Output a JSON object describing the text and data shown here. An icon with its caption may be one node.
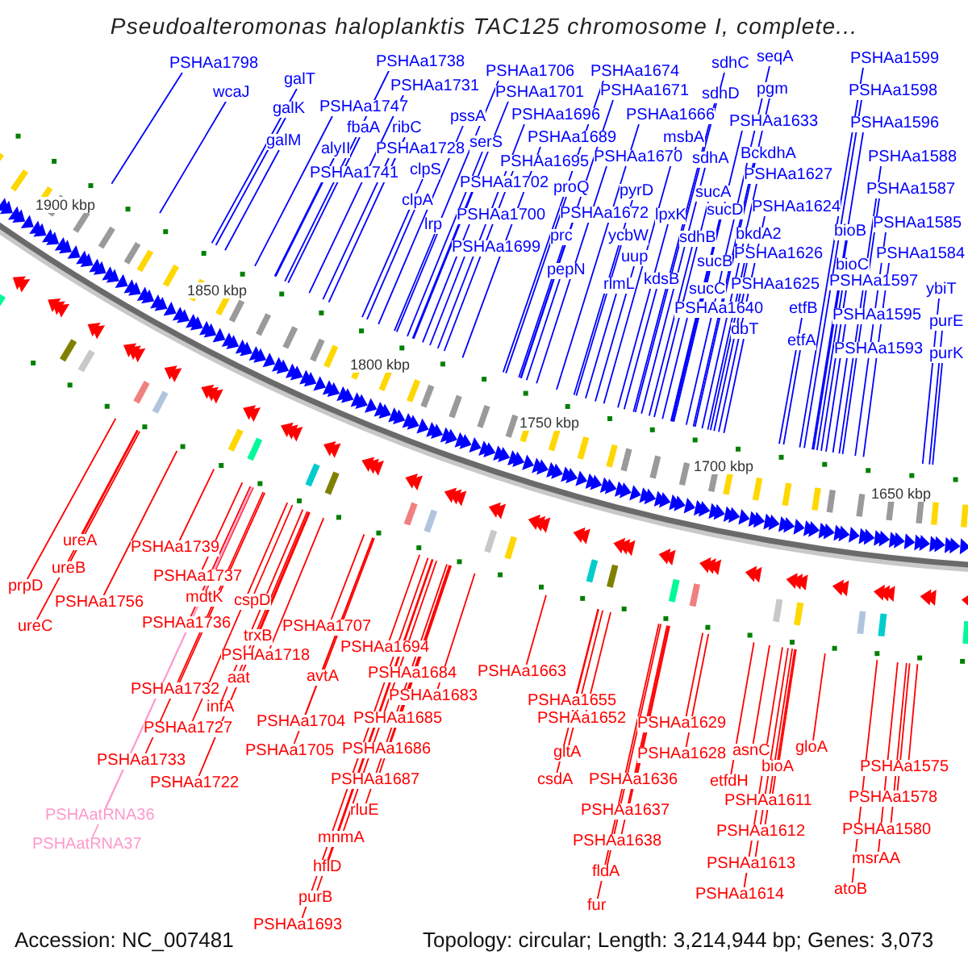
{
  "diagram": {
    "title": "Pseudoalteromonas haloplanktis TAC125 chromosome I, complete...",
    "nodes": [
      {
        "text": [
          "PSHAa1798"
        ]
      },
      {
        "text": [
          "wcaJ"
        ]
      },
      {
        "text": [
          "galT"
        ]
      },
      {
        "text": [
          "galK"
        ]
      },
      {
        "text": [
          "galM"
        ]
      },
      {
        "text": [
          "PSHAa1738"
        ]
      },
      {
        "text": [
          "PSHAa1731"
        ]
      },
      {
        "text": [
          "PSHAa1747"
        ]
      },
      {
        "text": [
          "fbaA"
        ]
      },
      {
        "text": [
          "ribC"
        ]
      },
      {
        "text": [
          "alyII"
        ]
      },
      {
        "text": [
          "PSHAa1728"
        ]
      },
      {
        "text": [
          "PSHAa1741"
        ]
      },
      {
        "text": [
          "clpS"
        ]
      },
      {
        "text": [
          "clpA"
        ]
      },
      {
        "text": [
          "lrp"
        ]
      },
      {
        "text": [
          "pssA"
        ]
      },
      {
        "text": [
          "serS"
        ]
      },
      {
        "text": [
          "PSHAa1706"
        ]
      },
      {
        "text": [
          "PSHAa1701"
        ]
      },
      {
        "text": [
          "PSHAa1696"
        ]
      },
      {
        "text": [
          "PSHAa1689"
        ]
      },
      {
        "text": [
          "PSHAa1695"
        ]
      },
      {
        "text": [
          "PSHAa1702"
        ]
      },
      {
        "text": [
          "proQ"
        ]
      },
      {
        "text": [
          "PSHAa1700"
        ]
      },
      {
        "text": [
          "PSHAa1699"
        ]
      },
      {
        "text": [
          "prc"
        ]
      },
      {
        "text": [
          "pepN"
        ]
      },
      {
        "text": [
          "PSHAa1674"
        ]
      },
      {
        "text": [
          "PSHAa1671"
        ]
      },
      {
        "text": [
          "PSHAa1666"
        ]
      },
      {
        "text": [
          "msbA"
        ]
      },
      {
        "text": [
          "PSHAa1670"
        ]
      },
      {
        "text": [
          "pyrD"
        ]
      },
      {
        "text": [
          "PSHAa1672"
        ]
      },
      {
        "text": [
          "ycbW"
        ]
      },
      {
        "text": [
          "uup"
        ]
      },
      {
        "text": [
          "rlmL"
        ]
      },
      {
        "text": [
          "lpxK"
        ]
      },
      {
        "text": [
          "kdsB"
        ]
      },
      {
        "text": [
          "sdhC"
        ]
      },
      {
        "text": [
          "sdhD"
        ]
      },
      {
        "text": [
          "sdhA"
        ]
      },
      {
        "text": [
          "sucA"
        ]
      },
      {
        "text": [
          "sucD"
        ]
      },
      {
        "text": [
          "sdhB"
        ]
      },
      {
        "text": [
          "sucB"
        ]
      },
      {
        "text": [
          "sucC"
        ]
      },
      {
        "text": [
          "PSHAa1640"
        ]
      },
      {
        "text": [
          "dbT"
        ]
      },
      {
        "text": [
          "seqA"
        ]
      },
      {
        "text": [
          "pgm"
        ]
      },
      {
        "text": [
          "PSHAa1633"
        ]
      },
      {
        "text": [
          "BckdhA"
        ]
      },
      {
        "text": [
          "PSHAa1627"
        ]
      },
      {
        "text": [
          "PSHAa1624"
        ]
      },
      {
        "text": [
          "bkdA2"
        ]
      },
      {
        "text": [
          "PSHAa1626"
        ]
      },
      {
        "text": [
          "PSHAa1625"
        ]
      },
      {
        "text": [
          "etfB"
        ]
      },
      {
        "text": [
          "etfA"
        ]
      },
      {
        "text": [
          "PSHAa1599"
        ]
      },
      {
        "text": [
          "PSHAa1598"
        ]
      },
      {
        "text": [
          "PSHAa1596"
        ]
      },
      {
        "text": [
          "PSHAa1588"
        ]
      },
      {
        "text": [
          "PSHAa1587"
        ]
      },
      {
        "text": [
          "PSHAa1585"
        ]
      },
      {
        "text": [
          "bioB"
        ]
      },
      {
        "text": [
          "PSHAa1584"
        ]
      },
      {
        "text": [
          "bioC"
        ]
      },
      {
        "text": [
          "PSHAa1597"
        ]
      },
      {
        "text": [
          "ybiT"
        ]
      },
      {
        "text": [
          "PSHAa1595"
        ]
      },
      {
        "text": [
          "purE"
        ]
      },
      {
        "text": [
          "PSHAa1593"
        ]
      },
      {
        "text": [
          "purK"
        ]
      },
      {
        "text": [
          "ureA"
        ]
      },
      {
        "text": [
          "ureB"
        ]
      },
      {
        "text": [
          "prpD"
        ]
      },
      {
        "text": [
          "PSHAa1756"
        ]
      },
      {
        "text": [
          "ureC"
        ]
      },
      {
        "text": [
          "PSHAa1739"
        ]
      },
      {
        "text": [
          "PSHAa1737"
        ]
      },
      {
        "text": [
          "mdtK"
        ]
      },
      {
        "text": [
          "PSHAa1736"
        ]
      },
      {
        "text": [
          "cspD"
        ]
      },
      {
        "text": [
          "trxB"
        ]
      },
      {
        "text": [
          "PSHAa1707"
        ]
      },
      {
        "text": [
          "PSHAa1718"
        ]
      },
      {
        "text": [
          "PSHAa1732"
        ]
      },
      {
        "text": [
          "aat"
        ]
      },
      {
        "text": [
          "infA"
        ]
      },
      {
        "text": [
          "PSHAa1727"
        ]
      },
      {
        "text": [
          "PSHAa1733"
        ]
      },
      {
        "text": [
          "PSHAa1722"
        ]
      },
      {
        "text": [
          "avtA"
        ]
      },
      {
        "text": [
          "PSHAa1704"
        ]
      },
      {
        "text": [
          "PSHAa1705"
        ]
      },
      {
        "text": [
          "PSHAa1694"
        ]
      },
      {
        "text": [
          "PSHAa1684"
        ]
      },
      {
        "text": [
          "PSHAa1683"
        ]
      },
      {
        "text": [
          "PSHAa1685"
        ]
      },
      {
        "text": [
          "PSHAa1686"
        ]
      },
      {
        "text": [
          "PSHAa1687"
        ]
      },
      {
        "text": [
          "rluE"
        ]
      },
      {
        "text": [
          "mnmA"
        ]
      },
      {
        "text": [
          "hflD"
        ]
      },
      {
        "text": [
          "purB"
        ]
      },
      {
        "text": [
          "PSHAa1693"
        ]
      },
      {
        "text": [
          "PSHAatRNA36"
        ]
      },
      {
        "text": [
          "PSHAatRNA37"
        ]
      },
      {
        "text": [
          "PSHAa1663"
        ]
      },
      {
        "text": [
          "PSHAa1655"
        ]
      },
      {
        "text": [
          "PSHAa1652"
        ]
      },
      {
        "text": [
          "gltA"
        ]
      },
      {
        "text": [
          "csdA"
        ]
      },
      {
        "text": [
          "PSHAa1629"
        ]
      },
      {
        "text": [
          "PSHAa1628"
        ]
      },
      {
        "text": [
          "PSHAa1636"
        ]
      },
      {
        "text": [
          "PSHAa1637"
        ]
      },
      {
        "text": [
          "PSHAa1638"
        ]
      },
      {
        "text": [
          "fldA"
        ]
      },
      {
        "text": [
          "fur"
        ]
      },
      {
        "text": [
          "asnC"
        ]
      },
      {
        "text": [
          "etfdH"
        ]
      },
      {
        "text": [
          "bioA"
        ]
      },
      {
        "text": [
          "gloA"
        ]
      },
      {
        "text": [
          "PSHAa1611"
        ]
      },
      {
        "text": [
          "PSHAa1612"
        ]
      },
      {
        "text": [
          "PSHAa1613"
        ]
      },
      {
        "text": [
          "PSHAa1614"
        ]
      },
      {
        "text": [
          "PSHAa1575"
        ]
      },
      {
        "text": [
          "PSHAa1578"
        ]
      },
      {
        "text": [
          "PSHAa1580"
        ]
      },
      {
        "text": [
          "msrAA"
        ]
      },
      {
        "text": [
          "atoB"
        ]
      }
    ],
    "edges": [
      {
        "from": 0,
        "to": null,
        "arrow": "none"
      },
      {
        "from": 1,
        "to": null,
        "arrow": "none"
      },
      {
        "from": 2,
        "to": null,
        "arrow": "none"
      },
      {
        "from": 3,
        "to": null,
        "arrow": "none"
      },
      {
        "from": 4,
        "to": null,
        "arrow": "none"
      },
      {
        "from": 5,
        "to": null,
        "arrow": "none"
      },
      {
        "from": 6,
        "to": null,
        "arrow": "none"
      },
      {
        "from": 7,
        "to": null,
        "arrow": "none"
      },
      {
        "from": 8,
        "to": null,
        "arrow": "none"
      },
      {
        "from": 9,
        "to": null,
        "arrow": "none"
      },
      {
        "from": 10,
        "to": null,
        "arrow": "none"
      },
      {
        "from": 11,
        "to": null,
        "arrow": "none"
      },
      {
        "from": 12,
        "to": null,
        "arrow": "none"
      },
      {
        "from": 13,
        "to": null,
        "arrow": "none"
      },
      {
        "from": 14,
        "to": null,
        "arrow": "none"
      },
      {
        "from": 15,
        "to": null,
        "arrow": "none"
      },
      {
        "from": 16,
        "to": null,
        "arrow": "none"
      },
      {
        "from": 17,
        "to": null,
        "arrow": "none"
      },
      {
        "from": 18,
        "to": null,
        "arrow": "none"
      },
      {
        "from": 19,
        "to": null,
        "arrow": "none"
      },
      {
        "from": 20,
        "to": null,
        "arrow": "none"
      },
      {
        "from": 21,
        "to": null,
        "arrow": "none"
      },
      {
        "from": 22,
        "to": null,
        "arrow": "none"
      },
      {
        "from": 23,
        "to": null,
        "arrow": "none"
      },
      {
        "from": 24,
        "to": null,
        "arrow": "none"
      },
      {
        "from": 25,
        "to": null,
        "arrow": "none"
      },
      {
        "from": 26,
        "to": null,
        "arrow": "none"
      },
      {
        "from": 27,
        "to": null,
        "arrow": "none"
      },
      {
        "from": 28,
        "to": null,
        "arrow": "none"
      },
      {
        "from": 29,
        "to": null,
        "arrow": "none"
      },
      {
        "from": 30,
        "to": null,
        "arrow": "none"
      },
      {
        "from": 31,
        "to": null,
        "arrow": "none"
      },
      {
        "from": 32,
        "to": null,
        "arrow": "none"
      },
      {
        "from": 33,
        "to": null,
        "arrow": "none"
      },
      {
        "from": 34,
        "to": null,
        "arrow": "none"
      },
      {
        "from": 35,
        "to": null,
        "arrow": "none"
      },
      {
        "from": 36,
        "to": null,
        "arrow": "none"
      },
      {
        "from": 37,
        "to": null,
        "arrow": "none"
      },
      {
        "from": 38,
        "to": null,
        "arrow": "none"
      },
      {
        "from": 39,
        "to": null,
        "arrow": "none"
      },
      {
        "from": 40,
        "to": null,
        "arrow": "none"
      },
      {
        "from": 41,
        "to": null,
        "arrow": "none"
      },
      {
        "from": 42,
        "to": null,
        "arrow": "none"
      },
      {
        "from": 43,
        "to": null,
        "arrow": "none"
      },
      {
        "from": 44,
        "to": null,
        "arrow": "none"
      },
      {
        "from": 45,
        "to": null,
        "arrow": "none"
      },
      {
        "from": 46,
        "to": null,
        "arrow": "none"
      },
      {
        "from": 47,
        "to": null,
        "arrow": "none"
      },
      {
        "from": 48,
        "to": null,
        "arrow": "none"
      },
      {
        "from": 49,
        "to": null,
        "arrow": "none"
      },
      {
        "from": 50,
        "to": null,
        "arrow": "none"
      },
      {
        "from": 51,
        "to": null,
        "arrow": "none"
      },
      {
        "from": 52,
        "to": null,
        "arrow": "none"
      },
      {
        "from": 53,
        "to": null,
        "arrow": "none"
      },
      {
        "from": 54,
        "to": null,
        "arrow": "none"
      },
      {
        "from": 55,
        "to": null,
        "arrow": "none"
      },
      {
        "from": 56,
        "to": null,
        "arrow": "none"
      },
      {
        "from": 57,
        "to": null,
        "arrow": "none"
      },
      {
        "from": 58,
        "to": null,
        "arrow": "none"
      },
      {
        "from": 59,
        "to": null,
        "arrow": "none"
      },
      {
        "from": 60,
        "to": null,
        "arrow": "none"
      },
      {
        "from": 61,
        "to": null,
        "arrow": "none"
      },
      {
        "from": 62,
        "to": null,
        "arrow": "none"
      },
      {
        "from": 63,
        "to": null,
        "arrow": "none"
      },
      {
        "from": 64,
        "to": null,
        "arrow": "none"
      },
      {
        "from": 65,
        "to": null,
        "arrow": "none"
      },
      {
        "from": 66,
        "to": null,
        "arrow": "none"
      },
      {
        "from": 67,
        "to": null,
        "arrow": "none"
      },
      {
        "from": 68,
        "to": null,
        "arrow": "none"
      },
      {
        "from": 69,
        "to": null,
        "arrow": "none"
      },
      {
        "from": 70,
        "to": null,
        "arrow": "none"
      },
      {
        "from": 71,
        "to": null,
        "arrow": "none"
      },
      {
        "from": 72,
        "to": null,
        "arrow": "none"
      },
      {
        "from": 73,
        "to": null,
        "arrow": "none"
      },
      {
        "from": 74,
        "to": null,
        "arrow": "none"
      },
      {
        "from": 75,
        "to": null,
        "arrow": "none"
      },
      {
        "from": 76,
        "to": null,
        "arrow": "none"
      },
      {
        "from": 77,
        "to": null,
        "arrow": "none",
        "color": "#ff0000"
      },
      {
        "from": 78,
        "to": null,
        "arrow": "none",
        "color": "#ff0000"
      },
      {
        "from": 79,
        "to": null,
        "arrow": "none",
        "color": "#ff0000"
      },
      {
        "from": 80,
        "to": null,
        "arrow": "none",
        "color": "#ff0000"
      },
      {
        "from": 81,
        "to": null,
        "arrow": "none",
        "color": "#ff0000"
      },
      {
        "from": 82,
        "to": null,
        "arrow": "none",
        "color": "#ff0000"
      },
      {
        "from": 83,
        "to": null,
        "arrow": "none",
        "color": "#ff0000"
      },
      {
        "from": 84,
        "to": null,
        "arrow": "none",
        "color": "#ff0000"
      },
      {
        "from": 85,
        "to": null,
        "arrow": "none",
        "color": "#ff0000"
      },
      {
        "from": 86,
        "to": null,
        "arrow": "none",
        "color": "#ff0000"
      },
      {
        "from": 87,
        "to": null,
        "arrow": "none",
        "color": "#ff0000"
      },
      {
        "from": 88,
        "to": null,
        "arrow": "none",
        "color": "#ff0000"
      },
      {
        "from": 89,
        "to": null,
        "arrow": "none",
        "color": "#ff0000"
      },
      {
        "from": 90,
        "to": null,
        "arrow": "none",
        "color": "#ff0000"
      },
      {
        "from": 91,
        "to": null,
        "arrow": "none",
        "color": "#ff0000"
      },
      {
        "from": 92,
        "to": null,
        "arrow": "none",
        "color": "#ff0000"
      },
      {
        "from": 93,
        "to": null,
        "arrow": "none",
        "color": "#ff0000"
      },
      {
        "from": 94,
        "to": null,
        "arrow": "none",
        "color": "#ff0000"
      },
      {
        "from": 95,
        "to": null,
        "arrow": "none",
        "color": "#ff0000"
      },
      {
        "from": 96,
        "to": null,
        "arrow": "none",
        "color": "#ff0000"
      },
      {
        "from": 97,
        "to": null,
        "arrow": "none",
        "color": "#ff0000"
      },
      {
        "from": 98,
        "to": null,
        "arrow": "none",
        "color": "#ff0000"
      },
      {
        "from": 99,
        "to": null,
        "arrow": "none",
        "color": "#ff0000"
      },
      {
        "from": 100,
        "to": null,
        "arrow": "none",
        "color": "#ff0000"
      },
      {
        "from": 101,
        "to": null,
        "arrow": "none",
        "color": "#ff0000"
      },
      {
        "from": 102,
        "to": null,
        "arrow": "none",
        "color": "#ff0000"
      },
      {
        "from": 103,
        "to": null,
        "arrow": "none",
        "color": "#ff0000"
      },
      {
        "from": 104,
        "to": null,
        "arrow": "none",
        "color": "#ff0000"
      },
      {
        "from": 105,
        "to": null,
        "arrow": "none",
        "color": "#ff0000"
      },
      {
        "from": 106,
        "to": null,
        "arrow": "none",
        "color": "#ff0000"
      },
      {
        "from": 107,
        "to": null,
        "arrow": "none",
        "color": "#ff0000"
      },
      {
        "from": 108,
        "to": null,
        "arrow": "none",
        "color": "#ff0000"
      },
      {
        "from": 109,
        "to": null,
        "arrow": "none",
        "color": "#ff0000"
      },
      {
        "from": 110,
        "to": null,
        "arrow": "none",
        "color": "#ff99cc"
      },
      {
        "from": 111,
        "to": null,
        "arrow": "none",
        "color": "#ff99cc"
      },
      {
        "from": 112,
        "to": null,
        "arrow": "none",
        "color": "#ff0000"
      },
      {
        "from": 113,
        "to": null,
        "arrow": "none",
        "color": "#ff0000"
      },
      {
        "from": 114,
        "to": null,
        "arrow": "none",
        "color": "#ff0000"
      },
      {
        "from": 115,
        "to": null,
        "arrow": "none",
        "color": "#ff0000"
      },
      {
        "from": 116,
        "to": null,
        "arrow": "none",
        "color": "#ff0000"
      },
      {
        "from": 117,
        "to": null,
        "arrow": "none",
        "color": "#ff0000"
      },
      {
        "from": 118,
        "to": null,
        "arrow": "none",
        "color": "#ff0000"
      },
      {
        "from": 119,
        "to": null,
        "arrow": "none",
        "color": "#ff0000"
      },
      {
        "from": 120,
        "to": null,
        "arrow": "none",
        "color": "#ff0000"
      },
      {
        "from": 121,
        "to": null,
        "arrow": "none",
        "color": "#ff0000"
      },
      {
        "from": 122,
        "to": null,
        "arrow": "none",
        "color": "#ff0000"
      },
      {
        "from": 123,
        "to": null,
        "arrow": "none",
        "color": "#ff0000"
      },
      {
        "from": 124,
        "to": null,
        "arrow": "none",
        "color": "#ff0000"
      },
      {
        "from": 125,
        "to": null,
        "arrow": "none",
        "color": "#ff0000"
      },
      {
        "from": 126,
        "to": null,
        "arrow": "none",
        "color": "#ff0000"
      },
      {
        "from": 127,
        "to": null,
        "arrow": "none",
        "color": "#ff0000"
      },
      {
        "from": 128,
        "to": null,
        "arrow": "none",
        "color": "#ff0000"
      },
      {
        "from": 129,
        "to": null,
        "arrow": "none",
        "color": "#ff0000"
      },
      {
        "from": 130,
        "to": null,
        "arrow": "none",
        "color": "#ff0000"
      },
      {
        "from": 131,
        "to": null,
        "arrow": "none",
        "color": "#ff0000"
      },
      {
        "from": 132,
        "to": null,
        "arrow": "none",
        "color": "#ff0000"
      },
      {
        "from": 133,
        "to": null,
        "arrow": "none",
        "color": "#ff0000"
      },
      {
        "from": 134,
        "to": null,
        "arrow": "none",
        "color": "#ff0000"
      },
      {
        "from": 135,
        "to": null,
        "arrow": "none",
        "color": "#ff0000"
      },
      {
        "from": 136,
        "to": null,
        "arrow": "none",
        "color": "#ff0000"
      }
    ],
    "labels": [
      "1900 kbp",
      "1850 kbp",
      "1800 kbp",
      "1750 kbp",
      "1700 kbp",
      "1650 kbp",
      "Accession: NC_007481",
      "Topology: circular; Length: 3,214,944 bp; Genes: 3,073"
    ]
  }
}
